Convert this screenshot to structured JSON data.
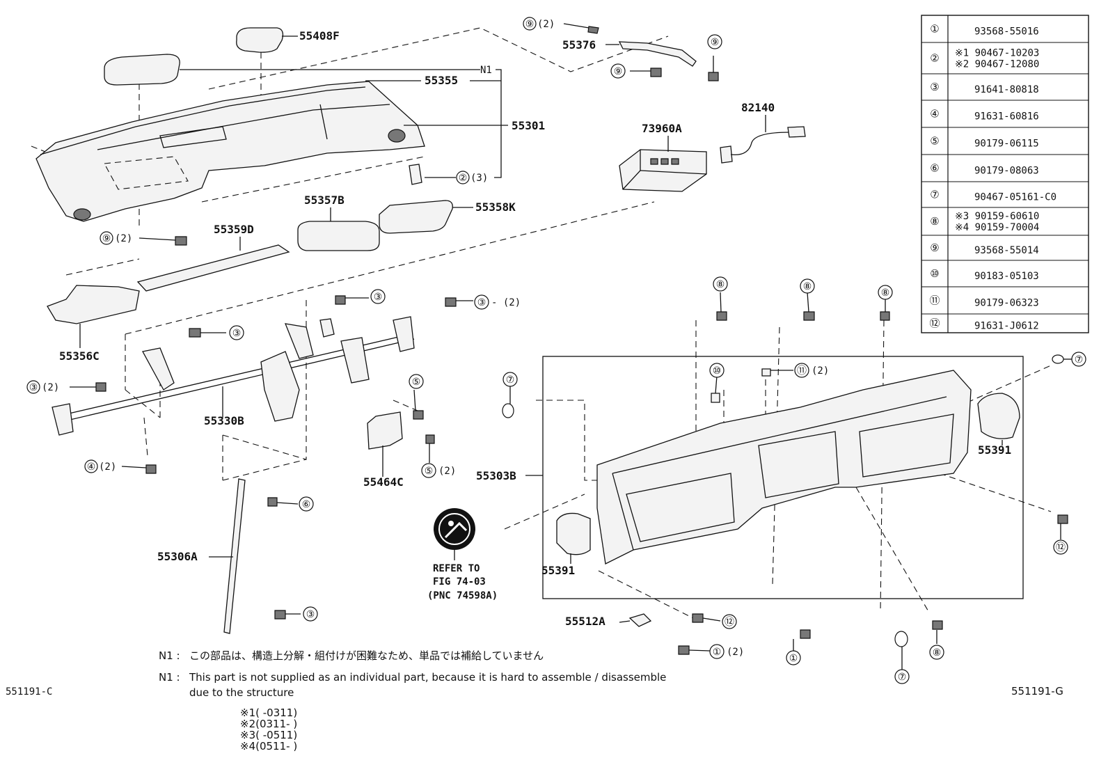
{
  "callouts": {
    "p55408F": "55408F",
    "p55376": "55376",
    "p55355": "55355",
    "p55301": "55301",
    "N1": "N1",
    "p82140": "82140",
    "p73960A": "73960A",
    "p55357B": "55357B",
    "p55358K": "55358K",
    "p55359D": "55359D",
    "p55356C": "55356C",
    "p55330B": "55330B",
    "p55464C": "55464C",
    "p55303B": "55303B",
    "p55391a": "55391",
    "p55391b": "55391",
    "p55306A": "55306A",
    "p55512A": "55512A"
  },
  "refs": {
    "c9_2_top": "(2)",
    "c2_3": "(3)",
    "c9_2_left": "(2)",
    "c3_2": "- (2)",
    "c3_2_left": "(2)",
    "c4_2": "(2)",
    "c5_2": "(2)",
    "c11_2": "(2)",
    "c1_2": "(2)"
  },
  "circled": {
    "n1": "①",
    "n2": "②",
    "n3": "③",
    "n4": "④",
    "n5": "⑤",
    "n6": "⑥",
    "n7": "⑦",
    "n8": "⑧",
    "n9": "⑨",
    "n10": "⑩",
    "n11": "⑪",
    "n12": "⑫"
  },
  "airbag_ref": {
    "line1": "REFER TO",
    "line2": "FIG 74-03",
    "line3": "(PNC 74598A)"
  },
  "parts_table": [
    {
      "num": "①",
      "parts": [
        "93568-55016"
      ]
    },
    {
      "num": "②",
      "parts": [
        "※1 90467-10203",
        "※2 90467-12080"
      ]
    },
    {
      "num": "③",
      "parts": [
        "91641-80818"
      ]
    },
    {
      "num": "④",
      "parts": [
        "91631-60816"
      ]
    },
    {
      "num": "⑤",
      "parts": [
        "90179-06115"
      ]
    },
    {
      "num": "⑥",
      "parts": [
        "90179-08063"
      ]
    },
    {
      "num": "⑦",
      "parts": [
        "90467-05161-C0"
      ]
    },
    {
      "num": "⑧",
      "parts": [
        "※3 90159-60610",
        "※4 90159-70004"
      ]
    },
    {
      "num": "⑨",
      "parts": [
        "93568-55014"
      ]
    },
    {
      "num": "⑩",
      "parts": [
        "90183-05103"
      ]
    },
    {
      "num": "⑪",
      "parts": [
        "90179-06323"
      ]
    },
    {
      "num": "⑫",
      "parts": [
        "91631-J0612"
      ]
    }
  ],
  "notes": {
    "n1_label": "N1 :",
    "n1_jp": "この部品は、構造上分解・組付けが困難なため、単品では補給していません",
    "n1_en_label": "N1 :",
    "n1_en_line1": "This part is not supplied as an individual part, because it is hard to assemble / disassemble",
    "n1_en_line2": "due to the structure"
  },
  "footnotes": [
    "※1(   -0311)",
    "※2(0311-    )",
    "※3(   -0511)",
    "※4(0511-    )"
  ],
  "figure_ids": {
    "left": "551191-C",
    "right": "551191-G"
  }
}
